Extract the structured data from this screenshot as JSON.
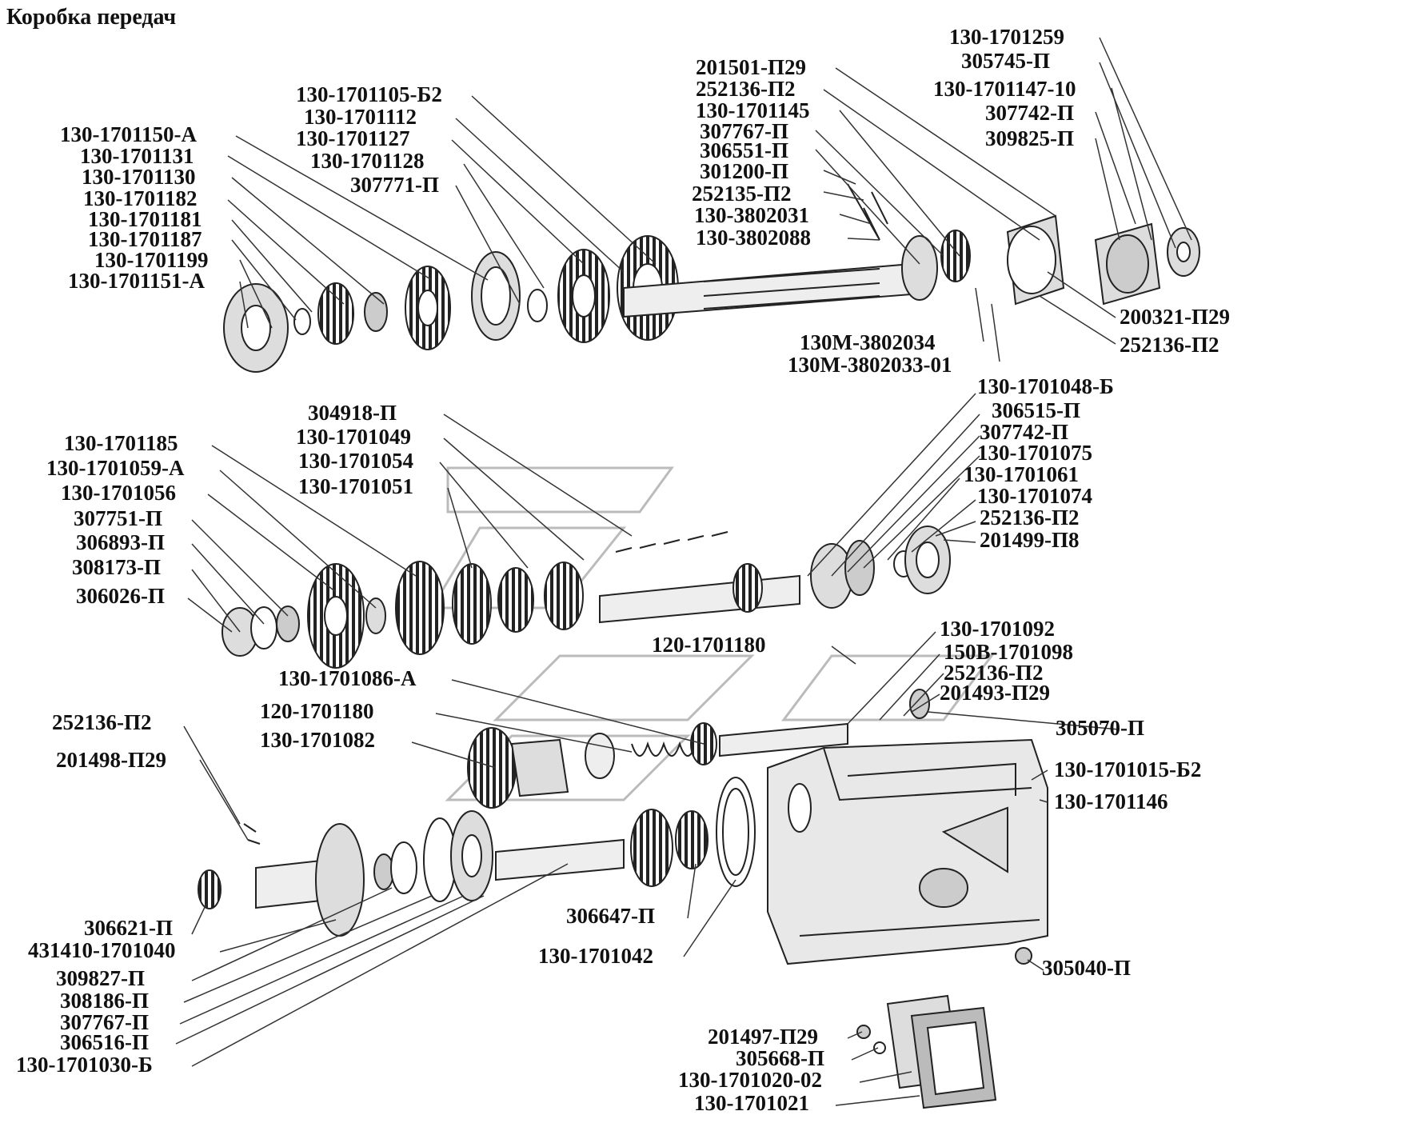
{
  "title": "Коробка передач",
  "labels": [
    "130-1701259",
    "305745-П",
    "201501-П29",
    "130-1701147-10",
    "252136-П2",
    "130-1701145",
    "307742-П",
    "307767-П",
    "309825-П",
    "306551-П",
    "301200-П",
    "252135-П2",
    "130-3802031",
    "130-3802088",
    "130-1701105-Б2",
    "130-1701112",
    "130-1701150-А",
    "130-1701127",
    "130-1701131",
    "130-1701128",
    "130-1701130",
    "307771-П",
    "130-1701182",
    "130-1701181",
    "130-1701187",
    "130-1701199",
    "130-1701151-А",
    "200321-П29",
    "252136-П2",
    "130М-3802034",
    "130М-3802033-01",
    "130-1701048-Б",
    "306515-П",
    "307742-П",
    "130-1701075",
    "130-1701061",
    "130-1701074",
    "252136-П2",
    "201499-П8",
    "304918-П",
    "130-1701049",
    "130-1701054",
    "130-1701051",
    "130-1701185",
    "130-1701059-А",
    "130-1701056",
    "307751-П",
    "306893-П",
    "308173-П",
    "306026-П",
    "130-1701092",
    "150В-1701098",
    "252136-П2",
    "201493-П29",
    "120-1701180",
    "305070-П",
    "130-1701086-А",
    "120-1701180",
    "130-1701082",
    "130-1701015-Б2",
    "130-1701146",
    "252136-П2",
    "201498-П29",
    "306621-П",
    "431410-1701040",
    "309827-П",
    "308186-П",
    "307767-П",
    "306516-П",
    "130-1701030-Б",
    "306647-П",
    "130-1701042",
    "305040-П",
    "201497-П29",
    "305668-П",
    "130-1701020-02",
    "130-1701021"
  ]
}
